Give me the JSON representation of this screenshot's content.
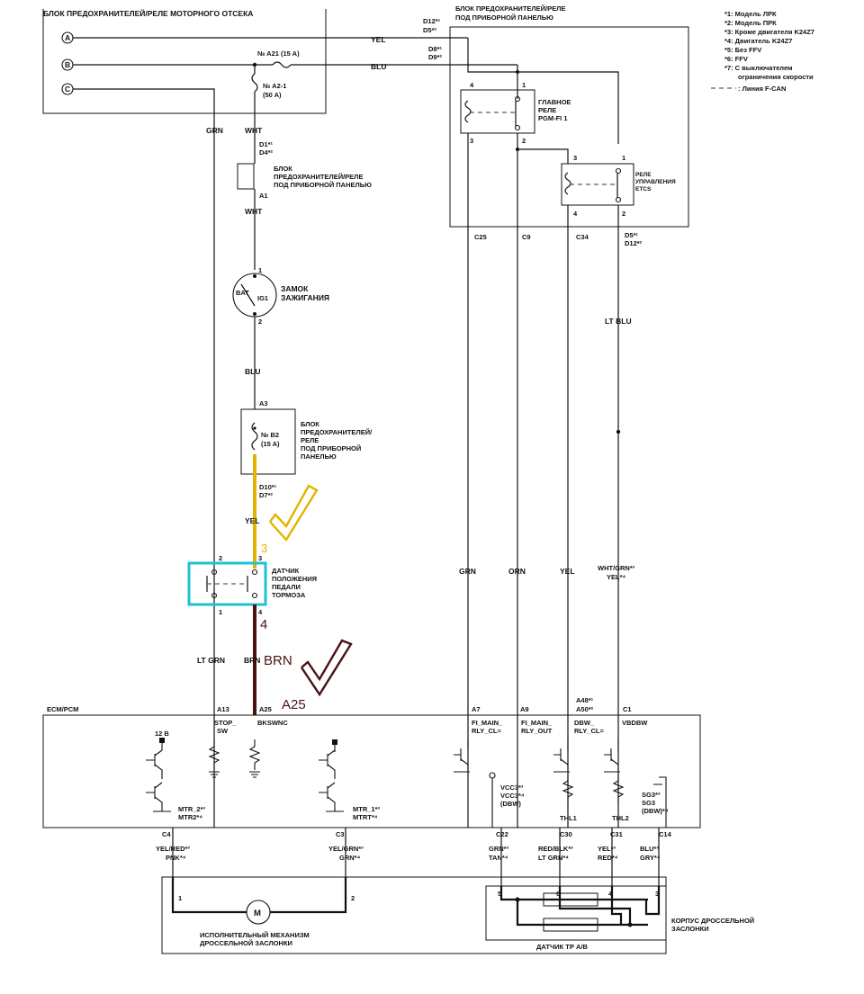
{
  "colors": {
    "yellow": "#e0b400",
    "cyan": "#1fc1d6",
    "brown": "#4a1212",
    "ink": "#111111"
  },
  "blocks": {
    "engine_fusebox": "БЛОК ПРЕДОХРАНИТЕЛЕЙ/РЕЛЕ МОТОРНОГО ОТСЕКА",
    "dash_fusebox_l1": "БЛОК ПРЕДОХРАНИТЕЛЕЙ/РЕЛЕ",
    "dash_fusebox_l2": "ПОД ПРИБОРНОЙ ПАНЕЛЬЮ",
    "dash_mid_l1": "БЛОК",
    "dash_mid_l2": "ПРЕДОХРАНИТЕЛЕЙ/РЕЛЕ",
    "dash_mid_l3": "ПОД ПРИБОРНОЙ ПАНЕЛЬЮ",
    "dash_low_l1": "БЛОК",
    "dash_low_l2": "ПРЕДОХРАНИТЕЛЕЙ/",
    "dash_low_l3": "РЕЛЕ",
    "dash_low_l4": "ПОД ПРИБОРНОЙ",
    "dash_low_l5": "ПАНЕЛЬЮ",
    "ignition_l1": "ЗАМОК",
    "ignition_l2": "ЗАЖИГАНИЯ",
    "main_relay_l1": "ГЛАВНОЕ",
    "main_relay_l2": "РЕЛЕ",
    "main_relay_l3": "PGM-FI 1",
    "etcs_relay_l1": "РЕЛЕ",
    "etcs_relay_l2": "УПРАВЛЕНИЯ",
    "etcs_relay_l3": "ETCS",
    "brake_l1": "ДАТЧИК",
    "brake_l2": "ПОЛОЖЕНИЯ",
    "brake_l3": "ПЕДАЛИ",
    "brake_l4": "ТОРМОЗА",
    "ecm": "ECM/PCM",
    "actuator_l1": "ИСПОЛНИТЕЛЬНЫЙ МЕХАНИЗМ",
    "actuator_l2": "ДРОССЕЛЬНОЙ ЗАСЛОНКИ",
    "throttle_l1": "КОРПУС ДРОССЕЛЬНОЙ",
    "throttle_l2": "ЗАСЛОНКИ",
    "tp_sensor": "ДАТЧИК ТР A/B"
  },
  "legend": [
    "*1: Модель ЛРК",
    "*2: Модель ПРК",
    "*3: Кроме двигателя K24Z7",
    "*4: Двигатель K24Z7",
    "*5: Без FFV",
    "*6: FFV",
    "*7: С выключателем",
    "ограничения скорости",
    ": Линия F-CAN"
  ],
  "terminals": {
    "a": "A",
    "b": "B",
    "c": "C",
    "motor": "M"
  },
  "fuses": {
    "a21": "№ A21 (15 A)",
    "a2_1_l1": "№ A2-1",
    "a2_1_l2": "(50 A)",
    "b2_l1": "№ B2",
    "b2_l2": "(15 A)"
  },
  "wires": {
    "yel": "YEL",
    "blu": "BLU",
    "grn": "GRN",
    "wht": "WHT",
    "wht2": "WHT",
    "blu2": "BLU",
    "yel2": "YEL",
    "lt_blu": "LT BLU",
    "grn2": "GRN",
    "orn": "ORN",
    "yel3": "YEL",
    "wht_grn": "WHT/GRN*³",
    "yel_star4": "YEL*⁴",
    "lt_grn": "LT GRN",
    "brn": "BRN",
    "yel_red": "YEL/RED*³",
    "pnk": "PNK*⁴",
    "yel_grn": "YEL/GRN*³",
    "grn_star4": "GRN*⁴",
    "grn_star3": "GRN*³",
    "tan": "TAN*⁴",
    "red_blk": "RED/BLK*³",
    "lt_grn2": "LT GRN*⁴",
    "yel_star3": "YEL*³",
    "red": "RED*⁴",
    "blu_star3": "BLU*³",
    "gry": "GRY*⁴"
  },
  "connectors": {
    "d12": "D12*¹",
    "d5": "D5*²",
    "d8": "D8*¹",
    "d9": "D9*²",
    "d1": "D1*¹",
    "d4": "D4*²",
    "a1": "A1",
    "a3": "A3",
    "d10": "D10*¹",
    "d7": "D7*²",
    "c25": "C25",
    "c9": "C9",
    "c34": "C34",
    "d5b": "D5*¹",
    "d12b": "D12*²",
    "a13": "A13",
    "a25": "A25",
    "a7": "A7",
    "a9": "A9",
    "a48": "A48*¹",
    "a50": "A50*²",
    "c1": "C1",
    "c4": "C4",
    "c3": "C3",
    "c22": "C22",
    "c30": "C30",
    "c31": "C31",
    "c14": "C14"
  },
  "pins": {
    "p1": "1",
    "p2": "2",
    "p3": "3",
    "p4": "4",
    "r4": "4",
    "r1": "1",
    "r3": "3",
    "r2": "2",
    "e3": "3",
    "e1": "1",
    "e4": "4",
    "e2": "2",
    "b2": "2",
    "b3": "3",
    "b1": "1",
    "b4": "4",
    "m1": "1",
    "m2": "2",
    "t5": "5",
    "t6": "6",
    "t4": "4",
    "t3": "3"
  },
  "switch_labels": {
    "bat": "BAT",
    "ig1": "IG1"
  },
  "ecm_signals": {
    "stop_l1": "STOP_",
    "stop_l2": "SW",
    "bkswnc": "BKSWNC",
    "fi_main_cl_l1": "FI_MAIN_",
    "fi_main_cl_l2": "RLY_CL=",
    "fi_main_out_l1": "FI_MAIN_",
    "fi_main_out_l2": "RLY_OUT",
    "dbw_l1": "DBW_",
    "dbw_l2": "RLY_CL=",
    "vbdbw": "VBDBW",
    "v12": "12 В",
    "mtr2_l1": "MTR_2*³",
    "mtr2_l2": "MTR2*⁴",
    "mtr1_l1": "MTR_1*³",
    "mtr1_l2": "MTRT*⁴",
    "vcc3_l1": "VCC3*³",
    "vcc3_l2": "VCC3*⁴",
    "vcc3_l3": "(DBW)",
    "thl1": "THL1",
    "thl2": "THL2",
    "sg3_l1": "SG3*³",
    "sg3_l2": "SG3",
    "sg3_l3": "(DBW)*⁴"
  },
  "annotations": {
    "n3": "3",
    "n4": "4",
    "brn": "BRN",
    "a25": "A25"
  }
}
